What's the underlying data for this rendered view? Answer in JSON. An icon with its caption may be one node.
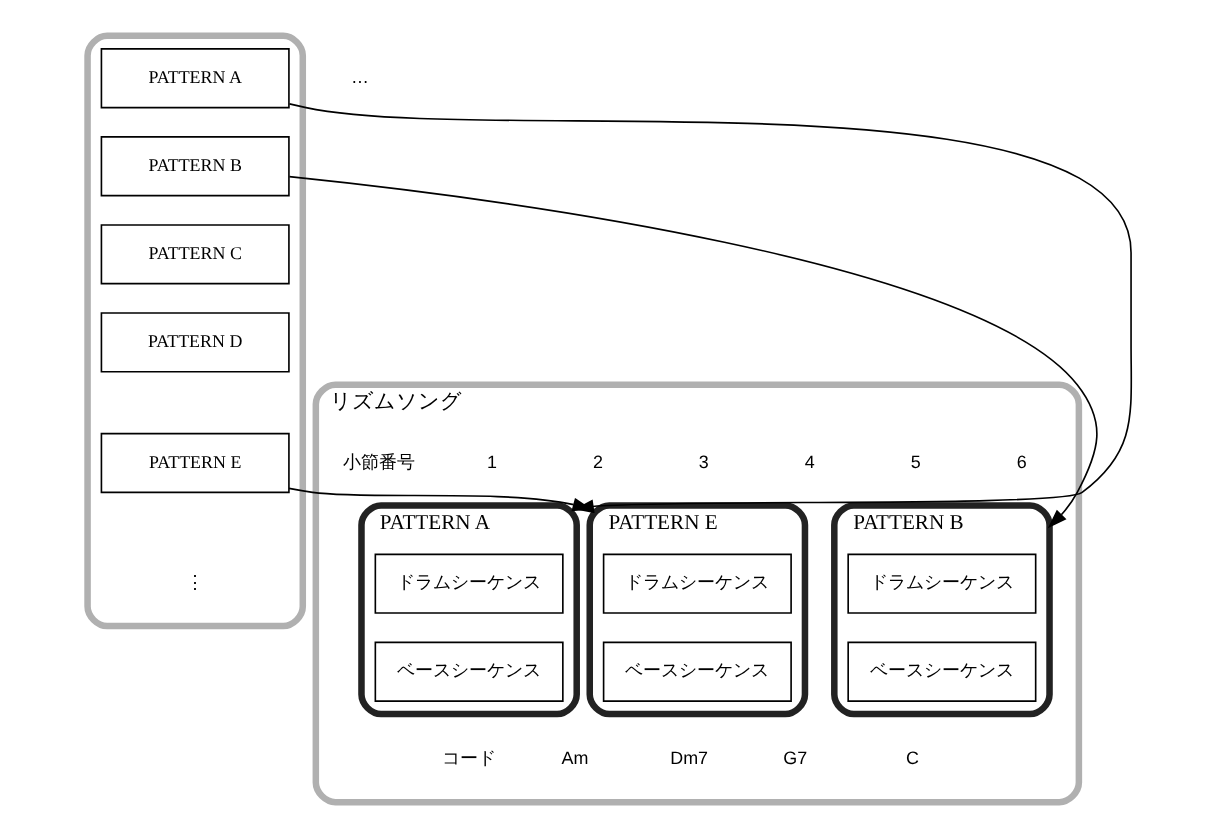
{
  "diagram": {
    "nodes": [
      {
        "text": [],
        "shape": "box"
      },
      {
        "text": [
          "PATTERN A"
        ],
        "in": 0
      },
      {
        "text": [
          "PATTERN B"
        ],
        "in": 0
      },
      {
        "text": [
          "PATTERN C"
        ],
        "in": 0
      },
      {
        "text": [
          "PATTERN D"
        ],
        "in": 0
      },
      {
        "text": [
          "PATTERN E"
        ],
        "in": 0
      },
      {
        "text": [
          "リズムソング"
        ]
      },
      {
        "text": [
          "PATTERN A"
        ],
        "in": 6
      },
      {
        "text": [
          "ドラムシーケンス"
        ],
        "in": 7
      },
      {
        "text": [
          "ベースシーケンス"
        ],
        "in": 7
      },
      {
        "text": [
          "PATTERN E"
        ],
        "in": 6
      },
      {
        "text": [
          "ドラムシーケンス"
        ],
        "in": 10
      },
      {
        "text": [
          "ベースシーケンス"
        ],
        "in": 10
      },
      {
        "text": [
          "PATTERN B"
        ],
        "in": 6
      },
      {
        "text": [
          "ドラムシーケンス"
        ],
        "in": 13
      },
      {
        "text": [
          "ベースシーケンス"
        ],
        "in": 13
      }
    ],
    "edges": [
      {
        "from": 1,
        "to": 7,
        "arrow": "to"
      },
      {
        "from": 5,
        "to": 10,
        "arrow": "to"
      },
      {
        "from": 2,
        "to": 13,
        "arrow": "to"
      }
    ],
    "labels": [
      "小節番号",
      "1",
      "2",
      "3",
      "4",
      "5",
      "6",
      "コード",
      "Am",
      "Dm7",
      "G7",
      "C",
      "⋮",
      "…"
    ]
  }
}
